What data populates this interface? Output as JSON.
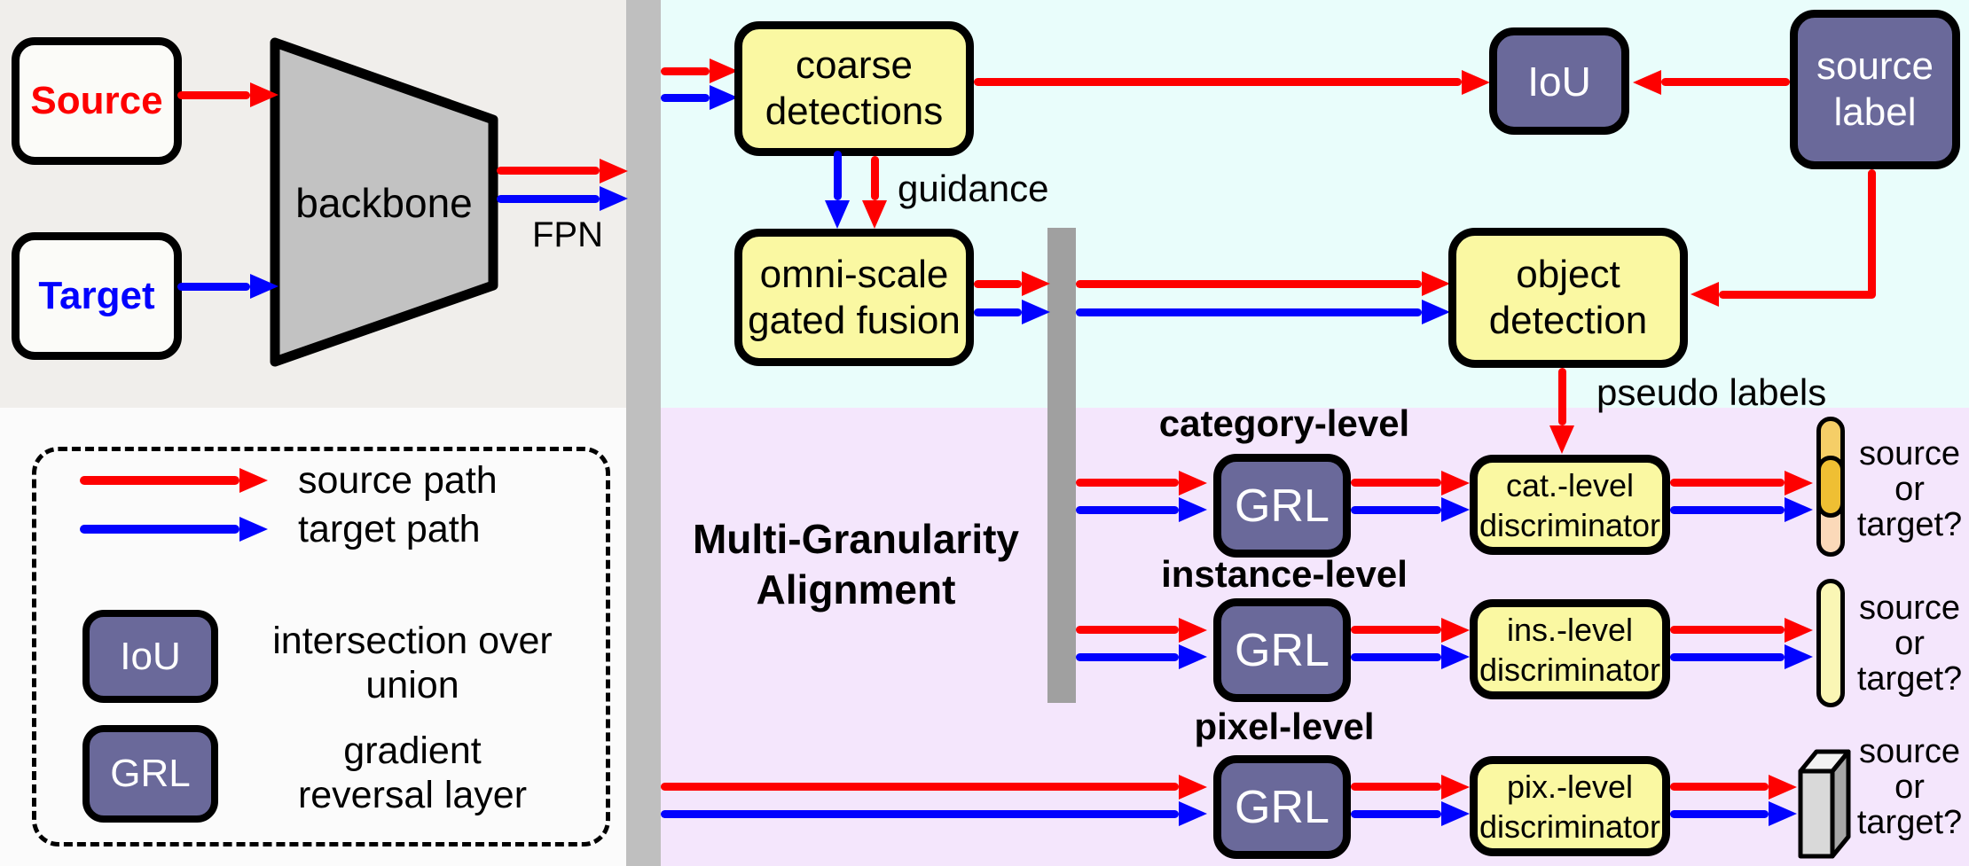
{
  "colors": {
    "source_path_red": "#FE0000",
    "target_path_blue": "#0202FE",
    "module_yellow": "#FAF8A2",
    "unit_slate": "#6A699A",
    "backbone_gray": "#C2C2C2",
    "panel_input_gray": "#F0EEEB",
    "panel_detection_cyan": "#E9FDFB",
    "panel_alignment_lavender": "#F4E6FC"
  },
  "input_section": {
    "source": "Source",
    "target": "Target",
    "backbone": "backbone",
    "fpn": "FPN"
  },
  "detection_section": {
    "coarse_lines": [
      "coarse",
      "detections"
    ],
    "guidance": "guidance",
    "omni_lines": [
      "omni-scale",
      "gated fusion"
    ],
    "iou": "IoU",
    "source_label_lines": [
      "source",
      "label"
    ],
    "object_lines": [
      "object",
      "detection"
    ],
    "pseudo_labels": "pseudo labels"
  },
  "alignment_section": {
    "title_lines": [
      "Multi-Granularity",
      "Alignment"
    ],
    "rows": [
      {
        "level": "category-level",
        "grl": "GRL",
        "disc_lines": [
          "cat.-level",
          "discriminator"
        ],
        "result_lines": [
          "source",
          "or",
          "target?"
        ]
      },
      {
        "level": "instance-level",
        "grl": "GRL",
        "disc_lines": [
          "ins.-level",
          "discriminator"
        ],
        "result_lines": [
          "source",
          "or",
          "target?"
        ]
      },
      {
        "level": "pixel-level",
        "grl": "GRL",
        "disc_lines": [
          "pix.-level",
          "discriminator"
        ],
        "result_lines": [
          "source",
          "or",
          "target?"
        ]
      }
    ]
  },
  "legend": {
    "source_path": "source path",
    "target_path": "target path",
    "iou_abbr": "IoU",
    "iou_desc_lines": [
      "intersection over",
      "union"
    ],
    "grl_abbr": "GRL",
    "grl_desc_lines": [
      "gradient",
      "reversal layer"
    ]
  }
}
